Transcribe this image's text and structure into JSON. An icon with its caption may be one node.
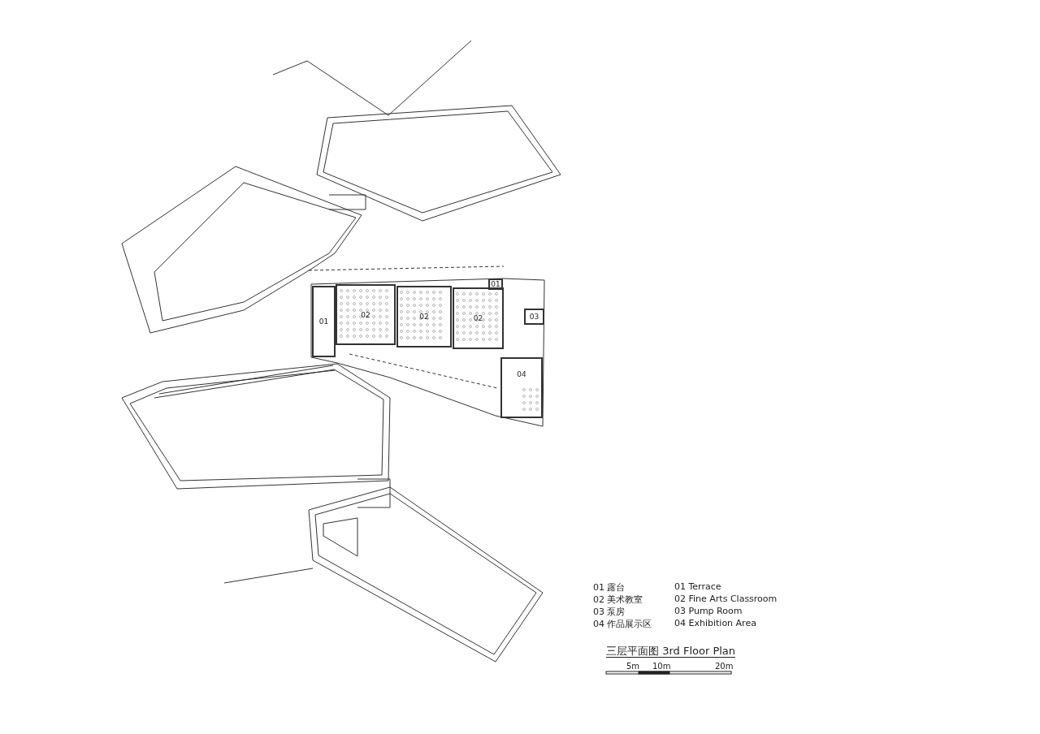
{
  "diagram": {
    "title": "三层平面图 3rd Floor Plan",
    "nodes": [
      {
        "text": [
          "01"
        ]
      },
      {
        "text": [
          "02"
        ]
      },
      {
        "text": [
          "02"
        ]
      },
      {
        "text": [
          "02"
        ]
      },
      {
        "text": [
          "01"
        ]
      },
      {
        "text": [
          "03"
        ]
      },
      {
        "text": [
          "04"
        ]
      }
    ],
    "labels": [
      "01 露台",
      "01 Terrace",
      "02 美术教室",
      "02 Fine Arts Classroom",
      "03 泵房",
      "03 Pump Room",
      "04 作品展示区",
      "04 Exhibition Area",
      "5m",
      "10m",
      "20m"
    ]
  }
}
